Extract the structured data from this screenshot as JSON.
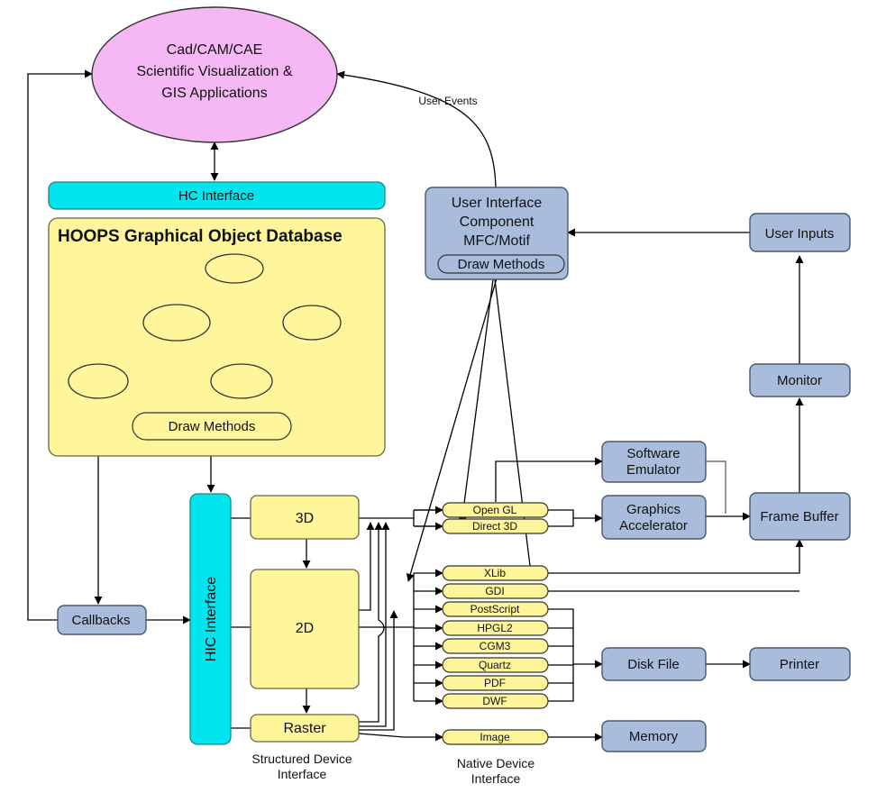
{
  "nodes": {
    "apps": [
      "Cad/CAM/CAE",
      "Scientific Visualization &",
      "GIS Applications"
    ],
    "hc_interface": "HC Interface",
    "hoops_title": "HOOPS Graphical Object Database",
    "db_draw_methods": "Draw Methods",
    "ui_component": [
      "User Interface",
      "Component",
      "MFC/Motif"
    ],
    "ui_draw_methods": "Draw Methods",
    "user_inputs": "User Inputs",
    "monitor": "Monitor",
    "software_emulator": [
      "Software",
      "Emulator"
    ],
    "graphics_accelerator": [
      "Graphics",
      "Accelerator"
    ],
    "frame_buffer": "Frame Buffer",
    "hic_interface": "HIC Interface",
    "node_3d": "3D",
    "node_2d": "2D",
    "node_raster": "Raster",
    "callbacks": "Callbacks",
    "drivers_3d": [
      "Open GL",
      "Direct 3D"
    ],
    "drivers_screen": [
      "XLib",
      "GDI"
    ],
    "drivers_print": [
      "PostScript",
      "HPGL2",
      "CGM3",
      "Quartz",
      "PDF",
      "DWF"
    ],
    "driver_image": "Image",
    "disk_file": "Disk File",
    "printer": "Printer",
    "memory": "Memory"
  },
  "labels": {
    "user_events": "User Events",
    "structured_device_interface": [
      "Structured Device",
      "Interface"
    ],
    "native_device_interface": [
      "Native Device",
      "Interface"
    ]
  },
  "colors": {
    "app_ellipse": "#f5b8f5",
    "interface_cyan": "#00e5ee",
    "database_yellow": "#fff59a",
    "device_blue": "#a9bcdb"
  }
}
